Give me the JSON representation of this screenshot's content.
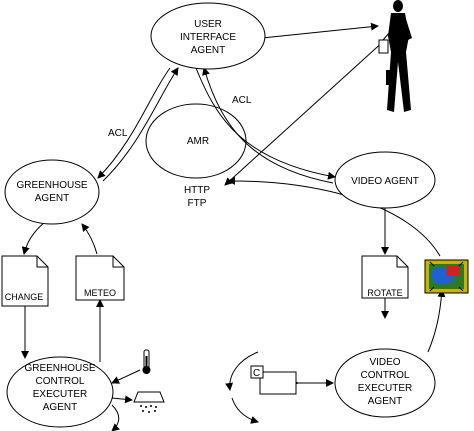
{
  "nodes": {
    "user_interface_agent": [
      "USER",
      "INTERFACE",
      "AGENT"
    ],
    "amr": [
      "AMR"
    ],
    "greenhouse_agent": [
      "GREENHOUSE",
      "AGENT"
    ],
    "video_agent": [
      "VIDEO AGENT"
    ],
    "greenhouse_control_executer_agent": [
      "GREENHOUSE",
      "CONTROL",
      "EXECUTER",
      "AGENT"
    ],
    "video_control_executer_agent": [
      "VIDEO",
      "CONTROL",
      "EXECUTER",
      "AGENT"
    ]
  },
  "documents": {
    "change": "CHANGE",
    "meteo": "METEO",
    "rotate": "ROTATE"
  },
  "edge_labels": {
    "acl_left": "ACL",
    "acl_right": "ACL",
    "http": "HTTP",
    "ftp": "FTP"
  },
  "camera_label": "C",
  "icons": [
    "person-icon",
    "thermometer-icon",
    "watering-can-icon",
    "camera-icon",
    "monitor-icon"
  ]
}
